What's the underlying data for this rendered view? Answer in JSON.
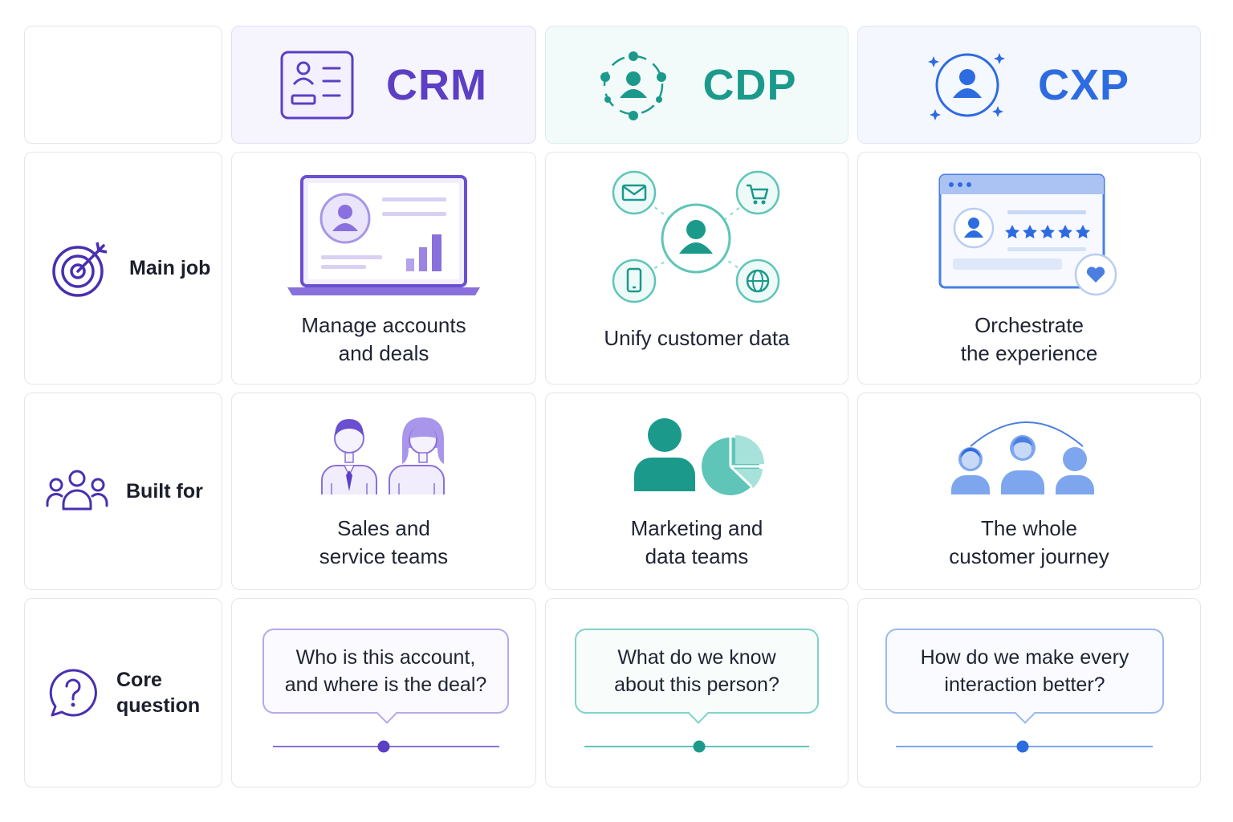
{
  "columns": [
    {
      "key": "crm",
      "title": "CRM",
      "icon": "crm-contact-card-icon",
      "color": "#5b3fc4"
    },
    {
      "key": "cdp",
      "title": "CDP",
      "icon": "cdp-network-person-icon",
      "color": "#1b9a8c"
    },
    {
      "key": "cxp",
      "title": "CXP",
      "icon": "cxp-sparkle-person-icon",
      "color": "#2d6be0"
    }
  ],
  "rows": [
    {
      "key": "main_job",
      "label": "Main job",
      "icon": "target-icon"
    },
    {
      "key": "built_for",
      "label": "Built for",
      "icon": "group-icon"
    },
    {
      "key": "core_question",
      "label": "Core question",
      "icon": "question-bubble-icon"
    }
  ],
  "cells": {
    "crm": {
      "main_job": "Manage accounts\nand deals",
      "built_for": "Sales and\nservice teams",
      "core_question": "Who is this account,\nand where is the deal?"
    },
    "cdp": {
      "main_job": "Unify customer data",
      "built_for": "Marketing and\ndata teams",
      "core_question": "What do we know\nabout this person?"
    },
    "cxp": {
      "main_job": "Orchestrate\nthe experience",
      "built_for": "The whole\ncustomer journey",
      "core_question": "How do we make every\ninteraction better?"
    }
  },
  "illustrations": {
    "crm_main_job": "laptop-dashboard-icon",
    "cdp_main_job": "data-hub-icon",
    "cxp_main_job": "browser-review-icon",
    "crm_built_for": "sales-service-people-icon",
    "cdp_built_for": "person-pie-chart-icon",
    "cxp_built_for": "journey-people-icon",
    "cdp_channels": [
      "mail-icon",
      "cart-icon",
      "phone-icon",
      "globe-icon"
    ]
  }
}
